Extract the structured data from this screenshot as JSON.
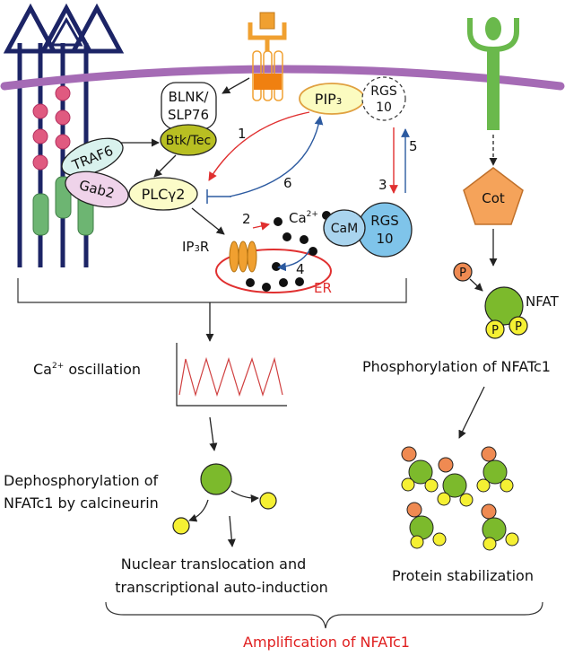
{
  "labels": {
    "blnk_line1": "BLNK/",
    "blnk_line2": "SLP76",
    "btk_tec": "Btk/Tec",
    "traf6": "TRAF6",
    "gab2": "Gab2",
    "plc_prefix": "PLC",
    "plc_gamma": "γ",
    "plc_suffix": "2",
    "pip_prefix": "PIP",
    "pip_sub": "3",
    "rgs_top_line1": "RGS",
    "rgs_top_line2": "10",
    "rgs_bottom_line1": "RGS",
    "rgs_bottom_line2": "10",
    "cam": "CaM",
    "ca_symbol": "Ca",
    "ca_superscript": "2+",
    "ip3r_prefix": "IP",
    "ip3r_sub": "3",
    "ip3r_suffix": "R",
    "er": "ER",
    "cot": "Cot",
    "nfat": "NFAT",
    "p_symbol": "P",
    "step_1": "1",
    "step_2": "2",
    "step_3": "3",
    "step_4": "4",
    "step_5": "5",
    "step_6": "6",
    "ca_osc_prefix": "Ca",
    "ca_osc_sup": "2+",
    "ca_osc_suffix": " oscillation",
    "phosphorylation": "Phosphorylation of NFATc1",
    "dephos_line1": "Dephosphorylation of",
    "dephos_line2": "NFATc1 by calcineurin",
    "nuclear_line1": "Nuclear translocation and",
    "nuclear_line2": "transcriptional auto-induction",
    "protein_stabilization": "Protein stabilization",
    "amplification": "Amplification of NFATc1"
  },
  "colors": {
    "membrane": "#a56bb5",
    "receptor_navy": "#1c2466",
    "dot_pink": "#e05a80",
    "cylinder_green": "#6db572",
    "btk_olive": "#b8bf22",
    "traf6_fill": "#d9f2ee",
    "gab2_fill": "#efd3ea",
    "plc_fill": "#fbfbc8",
    "pip_fill": "#fbfbc0",
    "pip_stroke": "#e0a040",
    "rgs_blue": "#7fc4ea",
    "cam_blue": "#a9d4ee",
    "cot_orange": "#f5a35a",
    "cot_stroke": "#c0702a",
    "nfat_green": "#7cba2c",
    "p_yellow": "#f5f033",
    "p_orange": "#ef8a52",
    "green_receptor": "#6ab94c",
    "orange_receptor": "#f0a030",
    "er_red": "#e03030",
    "arrow_red": "#e03030",
    "arrow_blue": "#2c5aa0",
    "osc_red": "#d04040",
    "amplification_red": "#e02020"
  }
}
